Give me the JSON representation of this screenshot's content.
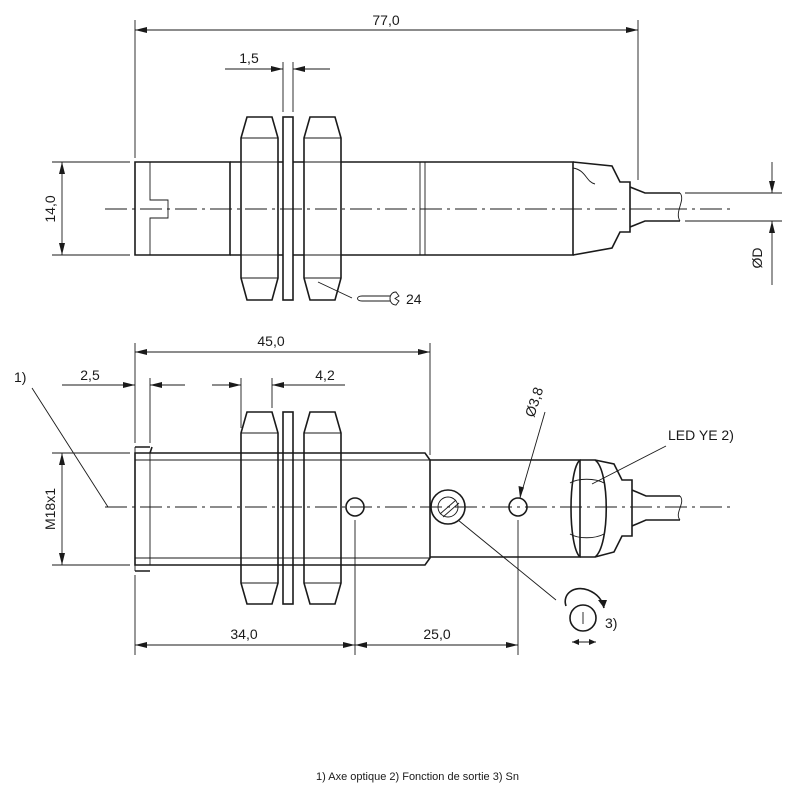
{
  "dimensions": {
    "total_length": "77,0",
    "gap_width": "1,5",
    "diameter_top": "14,0",
    "cable_diameter": "ØD",
    "wrench_size": "24",
    "thread_length": "45,0",
    "thread_start": "2,5",
    "nut_width": "4,2",
    "thread_size": "M18x1",
    "hole_diameter": "Ø3,8",
    "pos_optical": "34,0",
    "pos_hole": "25,0"
  },
  "labels": {
    "note_1": "1)",
    "led": "LED YE 2)",
    "note_3": "3)"
  },
  "footnote": "1) Axe optique  2) Fonction de sortie  3) Sn",
  "icons": {
    "wrench": "wrench-icon",
    "potentiometer": "potentiometer-icon"
  }
}
